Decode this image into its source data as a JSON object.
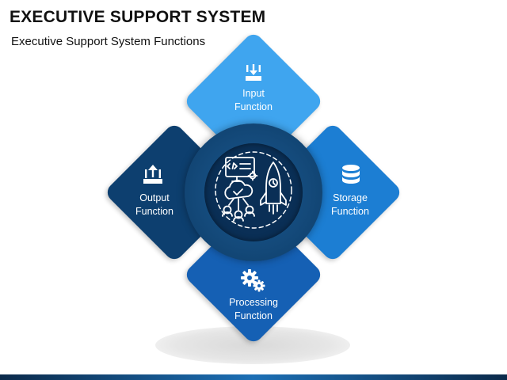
{
  "header": {
    "title": "EXECUTIVE SUPPORT SYSTEM",
    "subtitle": "Executive Support System Functions"
  },
  "functions": {
    "input": {
      "line1": "Input",
      "line2": "Function",
      "icon": "inbox-download-icon",
      "color": "#3fa5ef"
    },
    "output": {
      "line1": "Output",
      "line2": "Function",
      "icon": "tray-upload-icon",
      "color": "#0d3f6f"
    },
    "storage": {
      "line1": "Storage",
      "line2": "Function",
      "icon": "database-icon",
      "color": "#1c7ed3"
    },
    "processing": {
      "line1": "Processing",
      "line2": "Function",
      "icon": "gears-icon",
      "color": "#1560b4"
    }
  },
  "center": {
    "icon": "system-network-rocket-icon",
    "color": "#0a2f56"
  }
}
